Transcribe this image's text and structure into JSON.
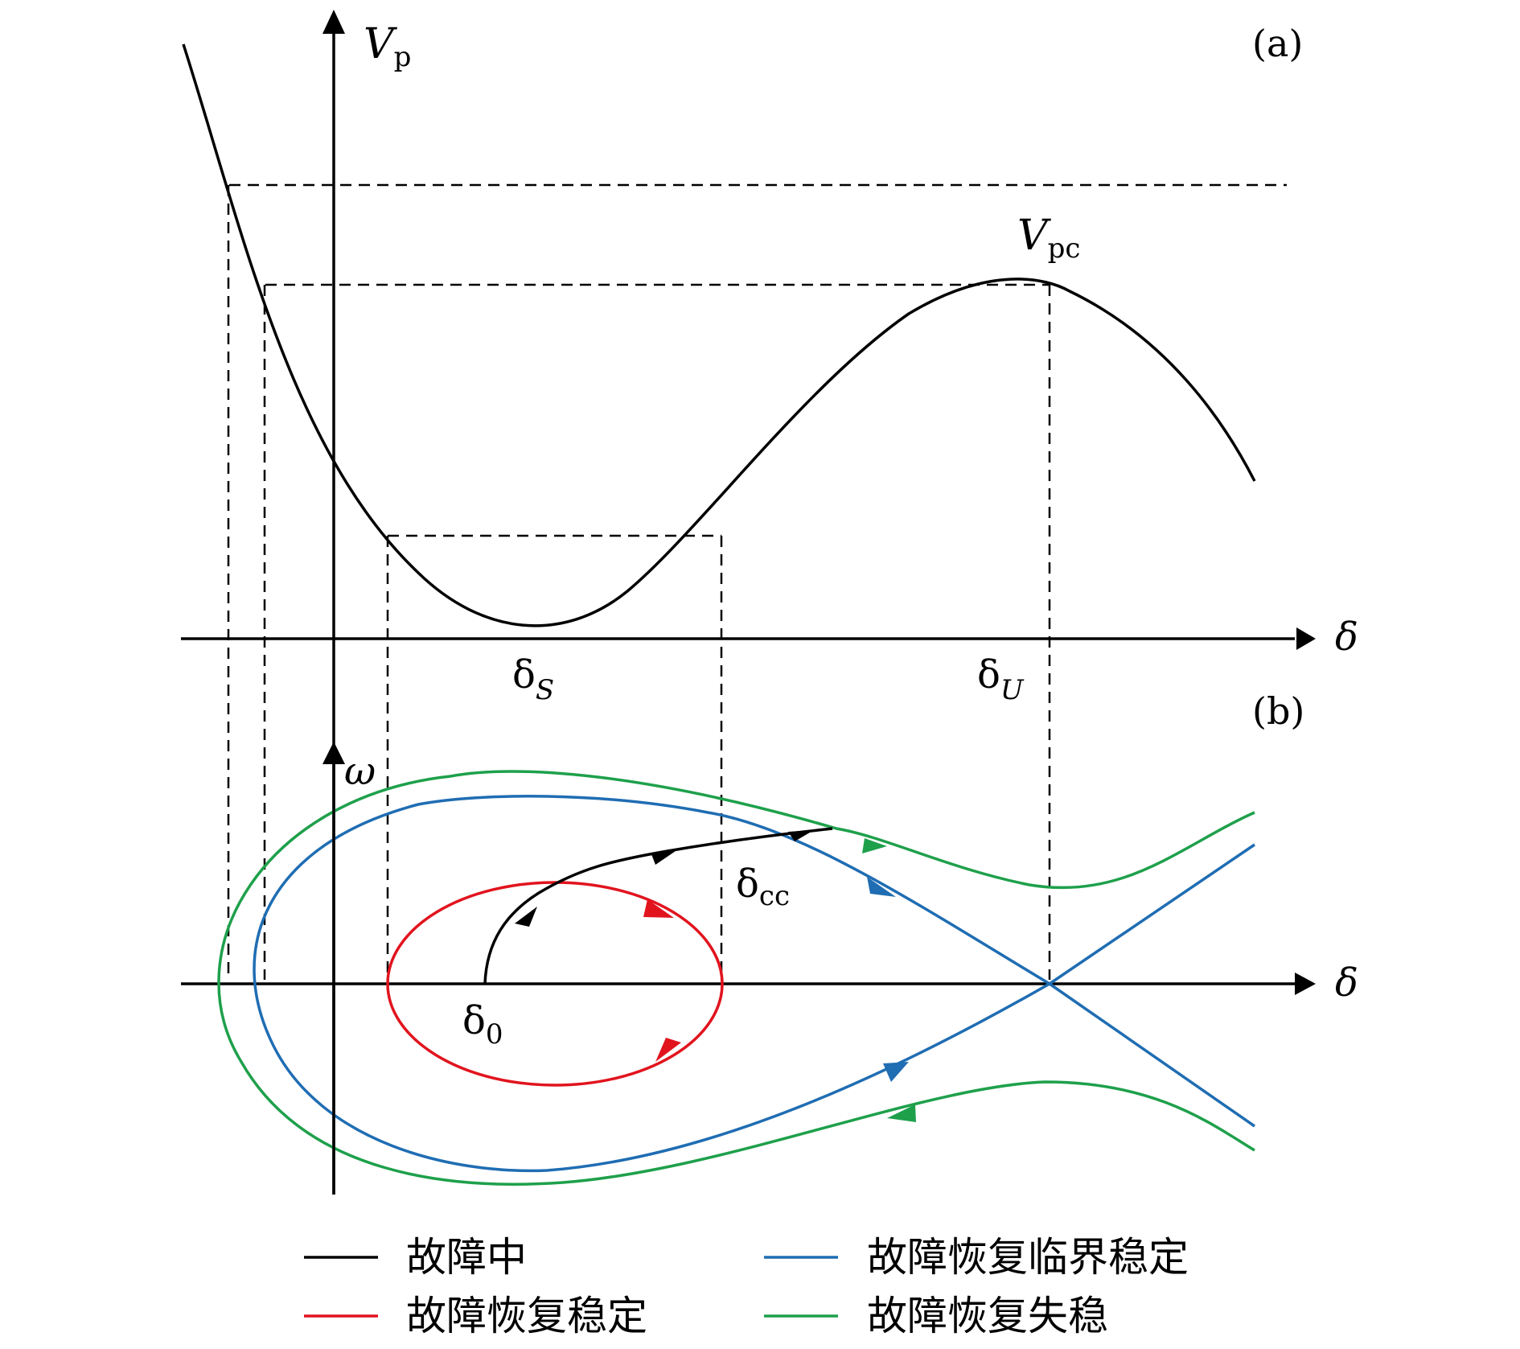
{
  "panel_a": {
    "tag": "(a)",
    "y_axis": {
      "symbol": "V",
      "sub": "p"
    },
    "x_axis": {
      "symbol": "δ"
    },
    "peak_label": {
      "symbol": "V",
      "sub": "pc"
    },
    "stable_point": {
      "symbol": "δ",
      "sub": "S"
    },
    "unstable_point": {
      "symbol": "δ",
      "sub": "U"
    }
  },
  "panel_b": {
    "tag": "(b)",
    "y_axis": {
      "symbol": "ω"
    },
    "x_axis": {
      "symbol": "δ"
    },
    "clearing_label": {
      "symbol": "δ",
      "sub": "cc"
    },
    "start_label": {
      "symbol": "δ",
      "sub": "0"
    }
  },
  "legend": [
    {
      "label": "故障中",
      "color": "#000000"
    },
    {
      "label": "故障恢复稳定",
      "color": "#e1141e"
    },
    {
      "label": "故障恢复临界稳定",
      "color": "#1f6db3"
    },
    {
      "label": "故障恢复失稳",
      "color": "#1ea04b"
    }
  ],
  "colors": {
    "during_fault": "#000000",
    "stable": "#e1141e",
    "critical": "#1f6db3",
    "unstable": "#1ea04b"
  }
}
